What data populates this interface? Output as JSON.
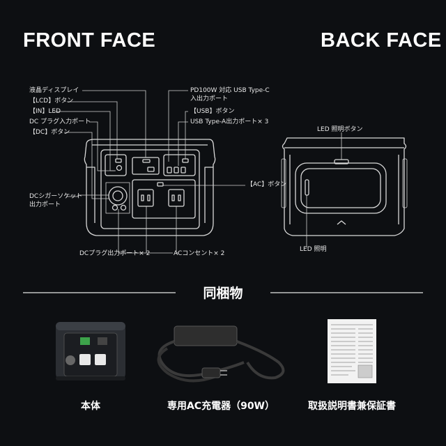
{
  "front": {
    "title": "FRONT FACE",
    "labels": {
      "lcd_display": "液晶ディスプレイ",
      "lcd_button": "【LCD】ボタン",
      "in_led": "【IN】LED",
      "dc_input": "DC プラグ入力ポート",
      "dc_button": "【DC】ボタン",
      "pd_port_1": "PD100W 対応 USB Type-C",
      "pd_port_2": "入出力ポート",
      "usb_button": "【USB】ボタン",
      "usb_a": "USB Type-A出力ポート× 3",
      "ac_button": "【AC】ボタン",
      "cigar_1": "DCシガーソケット",
      "cigar_2": "出力ポート",
      "dc_plug_out": "DCプラグ出力ポート× 2",
      "ac_outlet": "ACコンセント× 2"
    }
  },
  "back": {
    "title": "BACK FACE",
    "labels": {
      "led_button": "LED 照明ボタン",
      "led_light": "LED 照明"
    }
  },
  "contents": {
    "heading": "同梱物",
    "items": [
      {
        "caption": "本体",
        "icon": "power-station-photo"
      },
      {
        "caption": "専用AC充電器（90W）",
        "icon": "ac-charger-photo"
      },
      {
        "caption": "取扱説明書兼保証書",
        "icon": "manual-photo"
      }
    ]
  }
}
